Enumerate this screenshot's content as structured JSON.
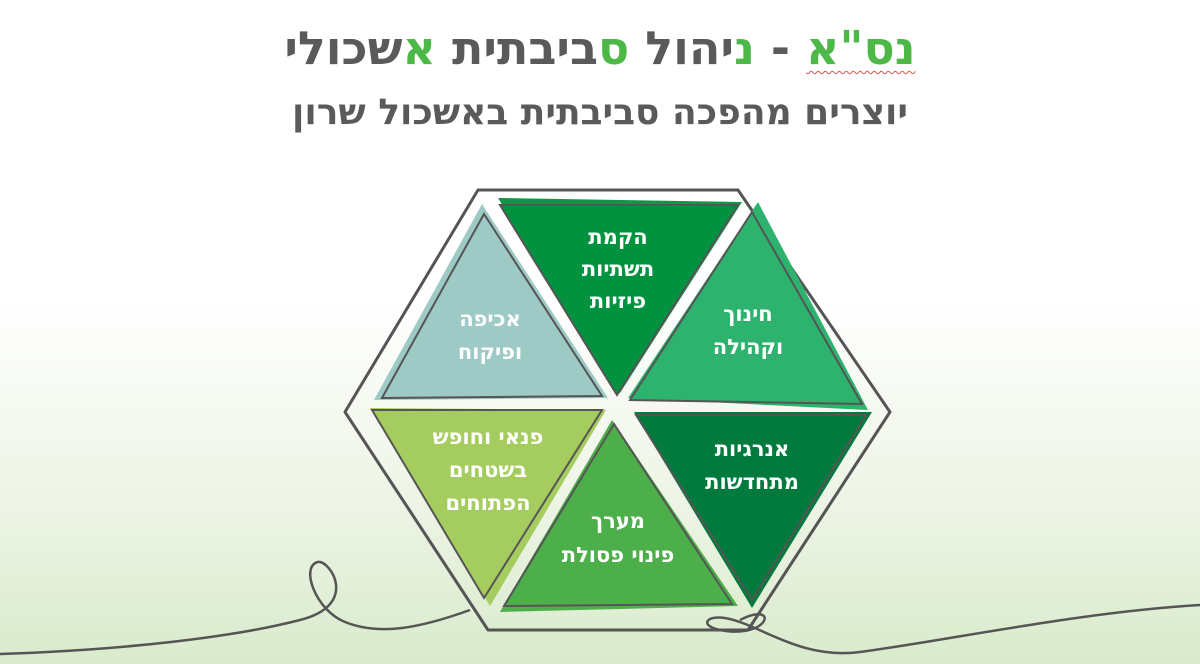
{
  "header": {
    "title_part1": "נס\"א",
    "title_dash": " - ",
    "title_word1_initial": "נ",
    "title_word1_rest": "יהול ",
    "title_word2_initial": "ס",
    "title_word2_rest": "ביבתית ",
    "title_word3_initial": "א",
    "title_word3_rest": "שכולי",
    "subtitle": "יוצרים מהפכה סביבתית באשכול שרון"
  },
  "segments": [
    {
      "lines": [
        "הקמת",
        "תשתיות",
        "פיזיות"
      ],
      "color": "#00923f"
    },
    {
      "lines": [
        "חינוך",
        "וקהילה"
      ],
      "color": "#2db36e"
    },
    {
      "lines": [
        "אנרגיות",
        "מתחדשות"
      ],
      "color": "#007a3d"
    },
    {
      "lines": [
        "מערך",
        "פינוי פסולת"
      ],
      "color": "#4daf4a"
    },
    {
      "lines": [
        "פנאי וחופש",
        "בשטחים",
        "הפתוחים"
      ],
      "color": "#a5cc5f"
    },
    {
      "lines": [
        "אכיפה",
        "ופיקוח"
      ],
      "color": "#9ecac6"
    }
  ],
  "colors": {
    "accent": "#4db847",
    "text_gray": "#5a5a5a",
    "outline": "#555555"
  }
}
